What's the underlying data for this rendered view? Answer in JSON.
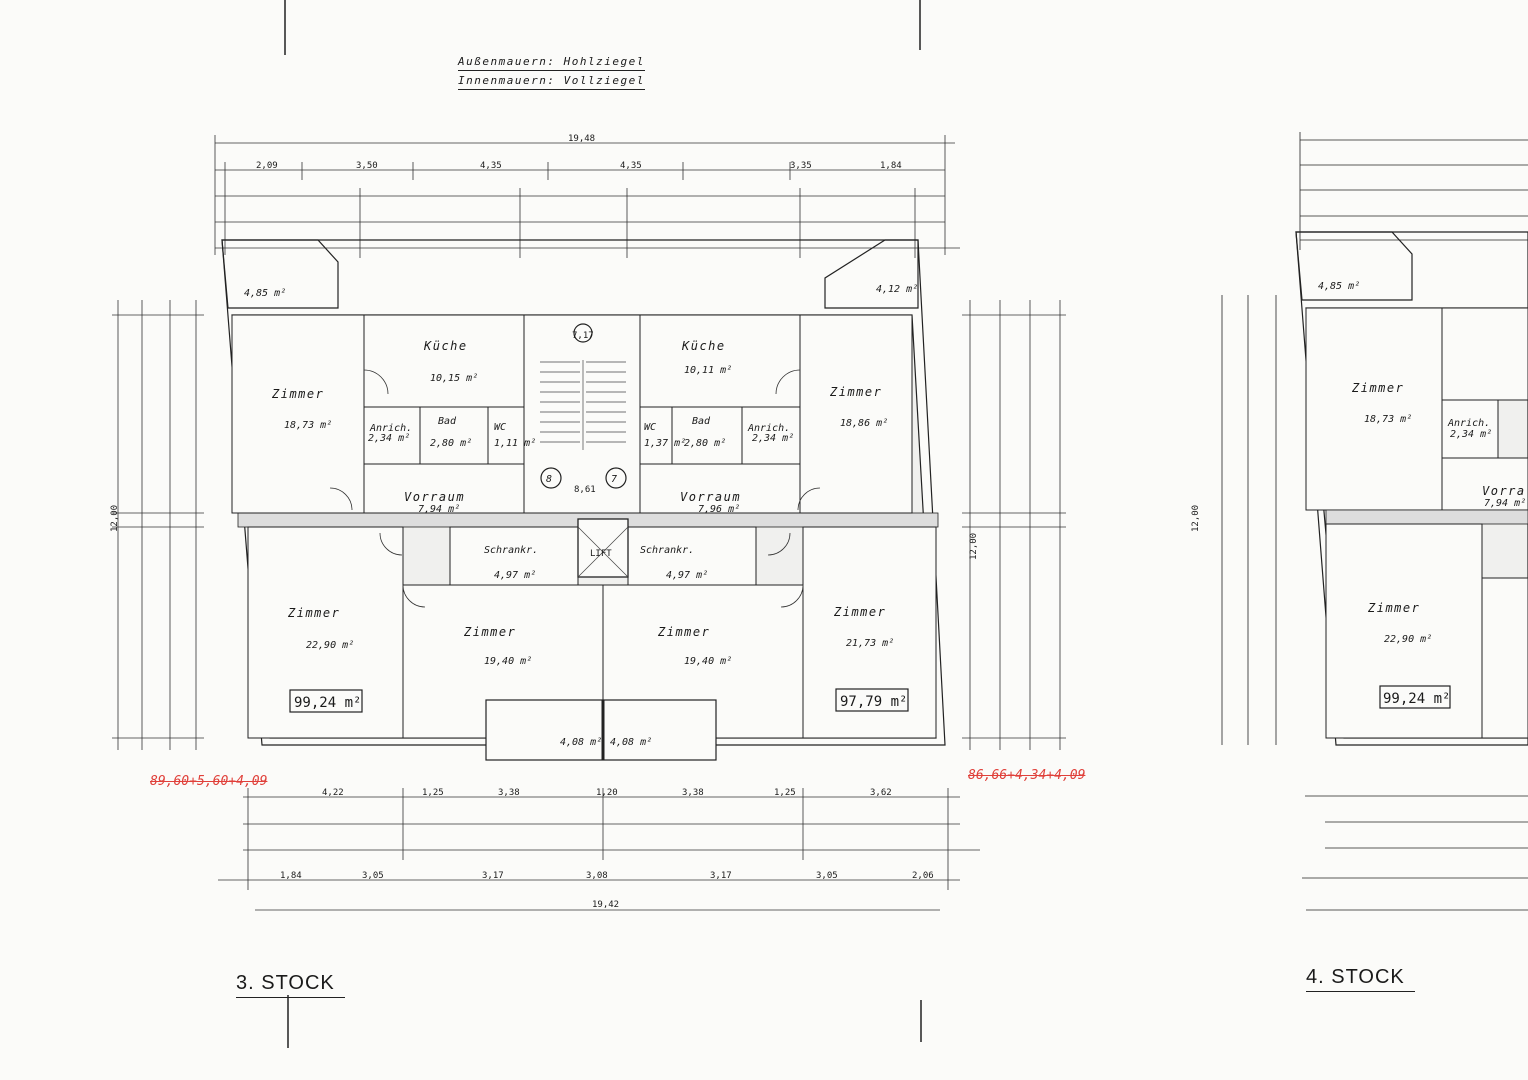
{
  "notes": {
    "outer_walls": "Außenmauern: Hohlziegel",
    "inner_walls": "Innenmauern: Vollziegel"
  },
  "floors": {
    "third": "3. STOCK",
    "fourth": "4. STOCK"
  },
  "red_notes": {
    "left": "89,60+5,60+4,09",
    "right": "86,66+4,34+4,09"
  },
  "dims": {
    "total_top": "19,48",
    "total_bottom": "19,42",
    "top_row": [
      "2,09",
      "3,50",
      "4,35",
      "4,35",
      "3,35",
      "1,84"
    ],
    "bottom_row": [
      "1,84",
      "3,05",
      "3,17",
      "3,08",
      "3,17",
      "3,05",
      "2,06"
    ],
    "row_423": [
      "4,22",
      "1,25",
      "3,38",
      "1,20",
      "3,38",
      "1,25",
      "3,62"
    ],
    "left_height": "12,00",
    "right_height": "12,00"
  },
  "rooms_left": {
    "zimmer_top": {
      "name": "Zimmer",
      "area": "18,73 m²"
    },
    "kueche": {
      "name": "Küche",
      "area": "10,15 m²"
    },
    "anrichte": {
      "name": "Anrich.",
      "area": "2,34 m²"
    },
    "bad": {
      "name": "Bad",
      "area": "2,80 m²"
    },
    "wc": {
      "name": "WC",
      "area": "1,11 m²"
    },
    "vorraum": {
      "name": "Vorraum",
      "area": "7,94 m²"
    },
    "schrank": {
      "name": "Schrankr.",
      "area": "4,97 m²"
    },
    "zimmer_bl": {
      "name": "Zimmer",
      "area": "22,90 m²"
    },
    "zimmer_bm": {
      "name": "Zimmer",
      "area": "19,40 m²"
    },
    "loggia": {
      "area": "4,08 m²"
    },
    "balcony": {
      "area": "4,85 m²"
    },
    "total": "99,24 m²"
  },
  "rooms_right": {
    "zimmer_top": {
      "name": "Zimmer",
      "area": "18,86 m²"
    },
    "kueche": {
      "name": "Küche",
      "area": "10,11 m²"
    },
    "anrichte": {
      "name": "Anrich.",
      "area": "2,34 m²"
    },
    "bad": {
      "name": "Bad",
      "area": "2,80 m²"
    },
    "wc": {
      "name": "WC",
      "area": "1,37 m²"
    },
    "vorraum": {
      "name": "Vorraum",
      "area": "7,96 m²"
    },
    "schrank": {
      "name": "Schrankr.",
      "area": "4,97 m²"
    },
    "zimmer_br": {
      "name": "Zimmer",
      "area": "21,73 m²"
    },
    "zimmer_bm": {
      "name": "Zimmer",
      "area": "19,40 m²"
    },
    "loggia": {
      "area": "4,08 m²"
    },
    "balcony": {
      "area": "4,12 m²"
    },
    "total": "97,79 m²"
  },
  "core": {
    "lift": "LIFT",
    "stair_landing": "8,61",
    "stair_top": "7,17",
    "door_a": "8",
    "door_b": "7"
  },
  "second_plan": {
    "zimmer_top": {
      "name": "Zimmer",
      "area": "18,73 m²"
    },
    "anrichte": {
      "name": "Anrich.",
      "area": "2,34 m²"
    },
    "vorraum": {
      "name": "Vorra",
      "area": "7,94 m²"
    },
    "zimmer_bl": {
      "name": "Zimmer",
      "area": "22,90 m²"
    },
    "balcony": {
      "area": "4,85 m²"
    },
    "total": "99,24 m²",
    "left_height": "12,00"
  }
}
